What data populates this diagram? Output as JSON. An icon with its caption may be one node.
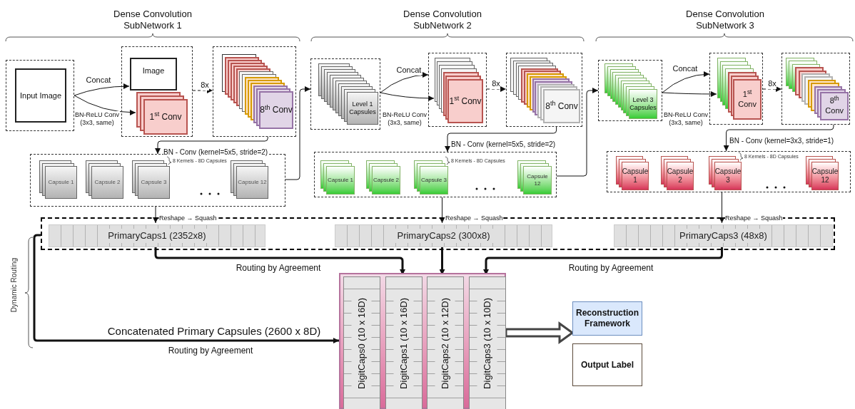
{
  "diagram": {
    "nodes": [
      {
        "text": [],
        "shape": "box"
      },
      {
        "text": [
          "Input Image"
        ],
        "in": 0
      },
      {
        "text": [],
        "shape": "box"
      },
      {
        "text": [
          "Image"
        ],
        "in": 2
      },
      {
        "text": [
          "1$^{st}$ Conv"
        ],
        "in": 2
      },
      {
        "text": [],
        "shape": "box"
      },
      {
        "text": [
          "8$^{th}$ Conv"
        ],
        "in": 5
      },
      {
        "text": [],
        "shape": "box"
      },
      {
        "text": [
          "Capsule 1"
        ],
        "in": 7
      },
      {
        "text": [
          "Capsule 2"
        ],
        "in": 7
      },
      {
        "text": [
          "Capsule 3"
        ],
        "in": 7,
        "beside": [
          "8 Kernels - 8D Capsules"
        ]
      },
      {
        "text": [
          "Capsule 12"
        ],
        "in": 7
      },
      {
        "text": [],
        "shape": "box"
      },
      {
        "text": [
          "Level 1 Capsules"
        ],
        "in": 12
      },
      {
        "text": [],
        "shape": "box"
      },
      {
        "text": [
          "1$^{st}$ Conv"
        ],
        "in": 14
      },
      {
        "text": [],
        "shape": "box"
      },
      {
        "text": [
          "8$^{th}$ Conv"
        ],
        "in": 16
      },
      {
        "text": [],
        "shape": "box"
      },
      {
        "text": [
          "Capsule 1"
        ],
        "in": 18
      },
      {
        "text": [
          "Capsule 2"
        ],
        "in": 18
      },
      {
        "text": [
          "Capsule 3"
        ],
        "in": 18,
        "beside": [
          "8 Kernels - 8D Capsules"
        ]
      },
      {
        "text": [
          "Capsule 12"
        ],
        "in": 18
      },
      {
        "text": [],
        "shape": "box"
      },
      {
        "text": [
          "Level 3 Capsules"
        ],
        "in": 23
      },
      {
        "text": [],
        "shape": "box"
      },
      {
        "text": [
          "1$^{st}$ Conv"
        ],
        "in": 25
      },
      {
        "text": [],
        "shape": "box"
      },
      {
        "text": [
          "8$^{th}$ Conv"
        ],
        "in": 27
      },
      {
        "text": [],
        "shape": "box"
      },
      {
        "text": [
          "Capsule 1"
        ],
        "in": 29
      },
      {
        "text": [
          "Capsule 2"
        ],
        "in": 29
      },
      {
        "text": [
          "Capsule 3"
        ],
        "in": 29,
        "beside": [
          "8 Kernels - 8D Capsules"
        ]
      },
      {
        "text": [
          "Capsule 12"
        ],
        "in": 29
      },
      {
        "text": [],
        "shape": "box"
      },
      {
        "text": [
          "PrimaryCaps1 (2352x8)"
        ],
        "in": 34
      },
      {
        "text": [
          "PrimaryCaps2 (300x8)"
        ],
        "in": 34
      },
      {
        "text": [
          "PrimaryCaps3 (48x8)"
        ],
        "in": 34
      },
      {
        "text": [],
        "shape": "box"
      },
      {
        "text": [
          "DigitCaps0 (10 x 16D)"
        ],
        "in": 38
      },
      {
        "text": [
          "DigitCaps1 (10 x 16D)"
        ],
        "in": 38
      },
      {
        "text": [
          "DigitCaps2 (10 x 12D)"
        ],
        "in": 38
      },
      {
        "text": [
          "DigitCaps3 (10 x 10D)"
        ],
        "in": 38
      },
      {
        "text": [
          "Reconstruction Framework"
        ]
      },
      {
        "text": [
          "Output Label"
        ]
      }
    ],
    "edges": [
      {
        "from": 0,
        "to": 3,
        "arrow": "to",
        "label": "Concat"
      },
      {
        "from": 0,
        "to": 4,
        "arrow": "to",
        "label": "BN-ReLU Conv (3x3, same)"
      },
      {
        "from": 2,
        "to": 5,
        "arrow": "to",
        "label": "8x",
        "style": "dashed"
      },
      {
        "from": 5,
        "to": 7,
        "arrow": "to",
        "label": "BN - Conv (kernel=5x5, stride=2)"
      },
      {
        "from": 7,
        "to": 12,
        "arrow": "to"
      },
      {
        "from": 12,
        "to": 14,
        "arrow": "to",
        "label": "Concat"
      },
      {
        "from": 12,
        "to": 15,
        "arrow": "to",
        "label": "BN-ReLU Conv (3x3, same)"
      },
      {
        "from": 14,
        "to": 16,
        "arrow": "to",
        "label": "8x",
        "style": "dashed"
      },
      {
        "from": 16,
        "to": 18,
        "arrow": "to",
        "label": "BN - Conv (kernel=5x5, stride=2)"
      },
      {
        "from": 18,
        "to": 23,
        "arrow": "to"
      },
      {
        "from": 23,
        "to": 25,
        "arrow": "to",
        "label": "Concat"
      },
      {
        "from": 23,
        "to": 26,
        "arrow": "to",
        "label": "BN-ReLU Conv (3x3, same)"
      },
      {
        "from": 25,
        "to": 27,
        "arrow": "to",
        "label": "8x",
        "style": "dashed"
      },
      {
        "from": 27,
        "to": 29,
        "arrow": "to",
        "label": "BN - Conv (kernel=3x3, stride=1)"
      },
      {
        "from": 7,
        "to": 35,
        "arrow": "to",
        "label": "Reshape → Squash"
      },
      {
        "from": 18,
        "to": 36,
        "arrow": "to",
        "label": "Reshape → Squash"
      },
      {
        "from": 29,
        "to": 37,
        "arrow": "to",
        "label": "Reshape → Squash"
      },
      {
        "from": 35,
        "to": 40,
        "arrow": "to",
        "label": "Routing by Agreement",
        "style": "thick"
      },
      {
        "from": 36,
        "to": 41,
        "arrow": "to",
        "style": "thick"
      },
      {
        "from": 37,
        "to": 42,
        "arrow": "to",
        "label": "Routing by Agreement",
        "style": "thick"
      },
      {
        "from": 34,
        "to": 38,
        "arrow": "to",
        "label": "Concatenated Primary Capsules (2600 x 8D)",
        "style": "thick"
      },
      {
        "from": 38,
        "to": 43,
        "arrow": "to",
        "style": "thick"
      }
    ],
    "labels": [
      "Dense Convolution SubNetwork 1",
      "Dense Convolution SubNetwork 2",
      "Dense Convolution SubNetwork 3",
      "Dynamic Routing",
      "Routing by Agreement"
    ]
  }
}
